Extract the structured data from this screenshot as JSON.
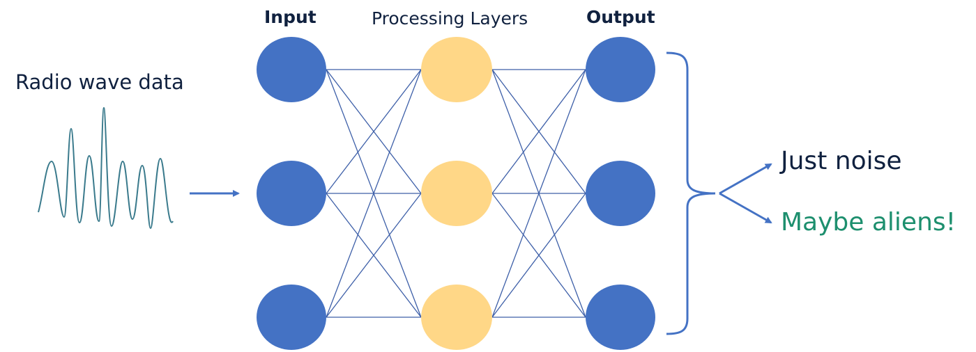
{
  "labels": {
    "input_header": "Input",
    "processing_header": "Processing Layers",
    "output_header": "Output",
    "source": "Radio wave data"
  },
  "results": {
    "noise": "Just noise",
    "aliens": "Maybe aliens!"
  },
  "colors": {
    "node_blue": "#4472c4",
    "node_yellow": "#ffd787",
    "edge": "#3d5fa8",
    "wave": "#3a7a8c",
    "text_dark": "#10213f",
    "text_green": "#1d8f6e"
  },
  "icons": {
    "input_arrow": "right-arrow-icon",
    "bracket": "curly-brace-icon",
    "fork": "fork-arrows-icon"
  }
}
